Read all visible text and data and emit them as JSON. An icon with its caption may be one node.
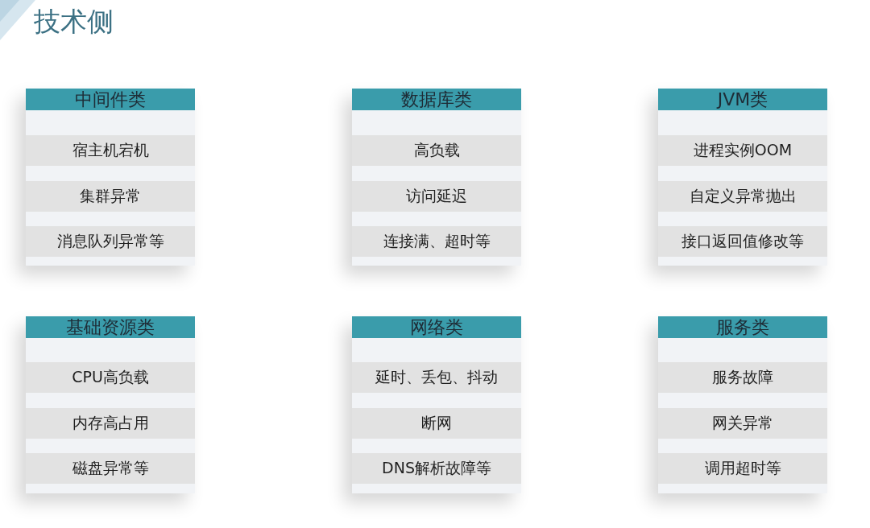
{
  "diagram": {
    "title": "技术侧",
    "nodes": [
      {
        "text": [
          "中间件类"
        ]
      },
      {
        "text": [
          "宿主机宕机"
        ],
        "in": 0
      },
      {
        "text": [
          "集群异常"
        ],
        "in": 0
      },
      {
        "text": [
          "消息队列异常等"
        ],
        "in": 0
      },
      {
        "text": [
          "数据库类"
        ]
      },
      {
        "text": [
          "高负载"
        ],
        "in": 4
      },
      {
        "text": [
          "访问延迟"
        ],
        "in": 4
      },
      {
        "text": [
          "连接满、超时等"
        ],
        "in": 4
      },
      {
        "text": [
          "JVM类"
        ]
      },
      {
        "text": [
          "进程实例OOM"
        ],
        "in": 8
      },
      {
        "text": [
          "自定义异常抛出"
        ],
        "in": 8
      },
      {
        "text": [
          "接口返回值修改等"
        ],
        "in": 8
      },
      {
        "text": [
          "基础资源类"
        ]
      },
      {
        "text": [
          "CPU高负载"
        ],
        "in": 12
      },
      {
        "text": [
          "内存高占用"
        ],
        "in": 12
      },
      {
        "text": [
          "磁盘异常等"
        ],
        "in": 12
      },
      {
        "text": [
          "网络类"
        ]
      },
      {
        "text": [
          "延时、丢包、抖动"
        ],
        "in": 16
      },
      {
        "text": [
          "断网"
        ],
        "in": 16
      },
      {
        "text": [
          "DNS解析故障等"
        ],
        "in": 16
      },
      {
        "text": [
          "服务类"
        ]
      },
      {
        "text": [
          "服务故障"
        ],
        "in": 20
      },
      {
        "text": [
          "网关异常"
        ],
        "in": 20
      },
      {
        "text": [
          "调用超时等"
        ],
        "in": 20
      }
    ]
  }
}
